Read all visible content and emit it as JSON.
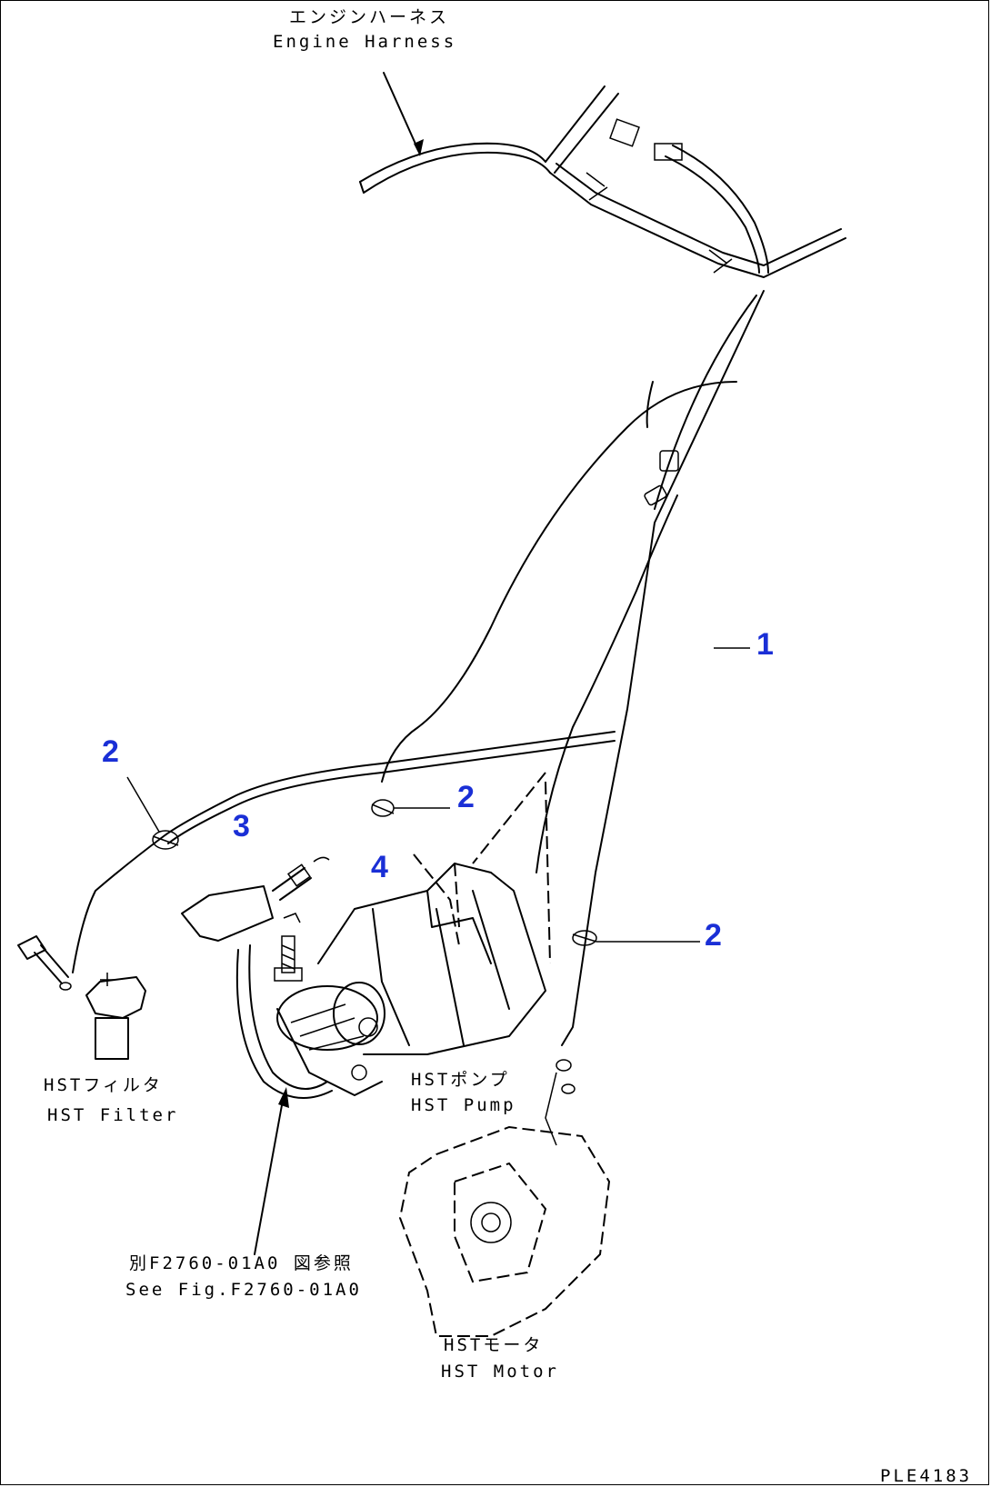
{
  "labels": {
    "engine_harness_jp": "エンジンハーネス",
    "engine_harness_en": "Engine Harness",
    "hst_filter_jp": "HSTフィルタ",
    "hst_filter_en": "HST Filter",
    "hst_pump_jp": "HSTポンプ",
    "hst_pump_en": "HST Pump",
    "hst_motor_jp": "HSTモータ",
    "hst_motor_en": "HST Motor",
    "see_fig_jp": "別F2760-01A0 図参照",
    "see_fig_en": "See Fig.F2760-01A0"
  },
  "callouts": {
    "part_1": "1",
    "part_2_filter": "2",
    "part_2_upper": "2",
    "part_2_right": "2",
    "part_3": "3",
    "part_4": "4"
  },
  "figure_id": "PLE4183",
  "colors": {
    "callout": "#1a2fd6",
    "line": "#000000",
    "background": "#ffffff"
  }
}
